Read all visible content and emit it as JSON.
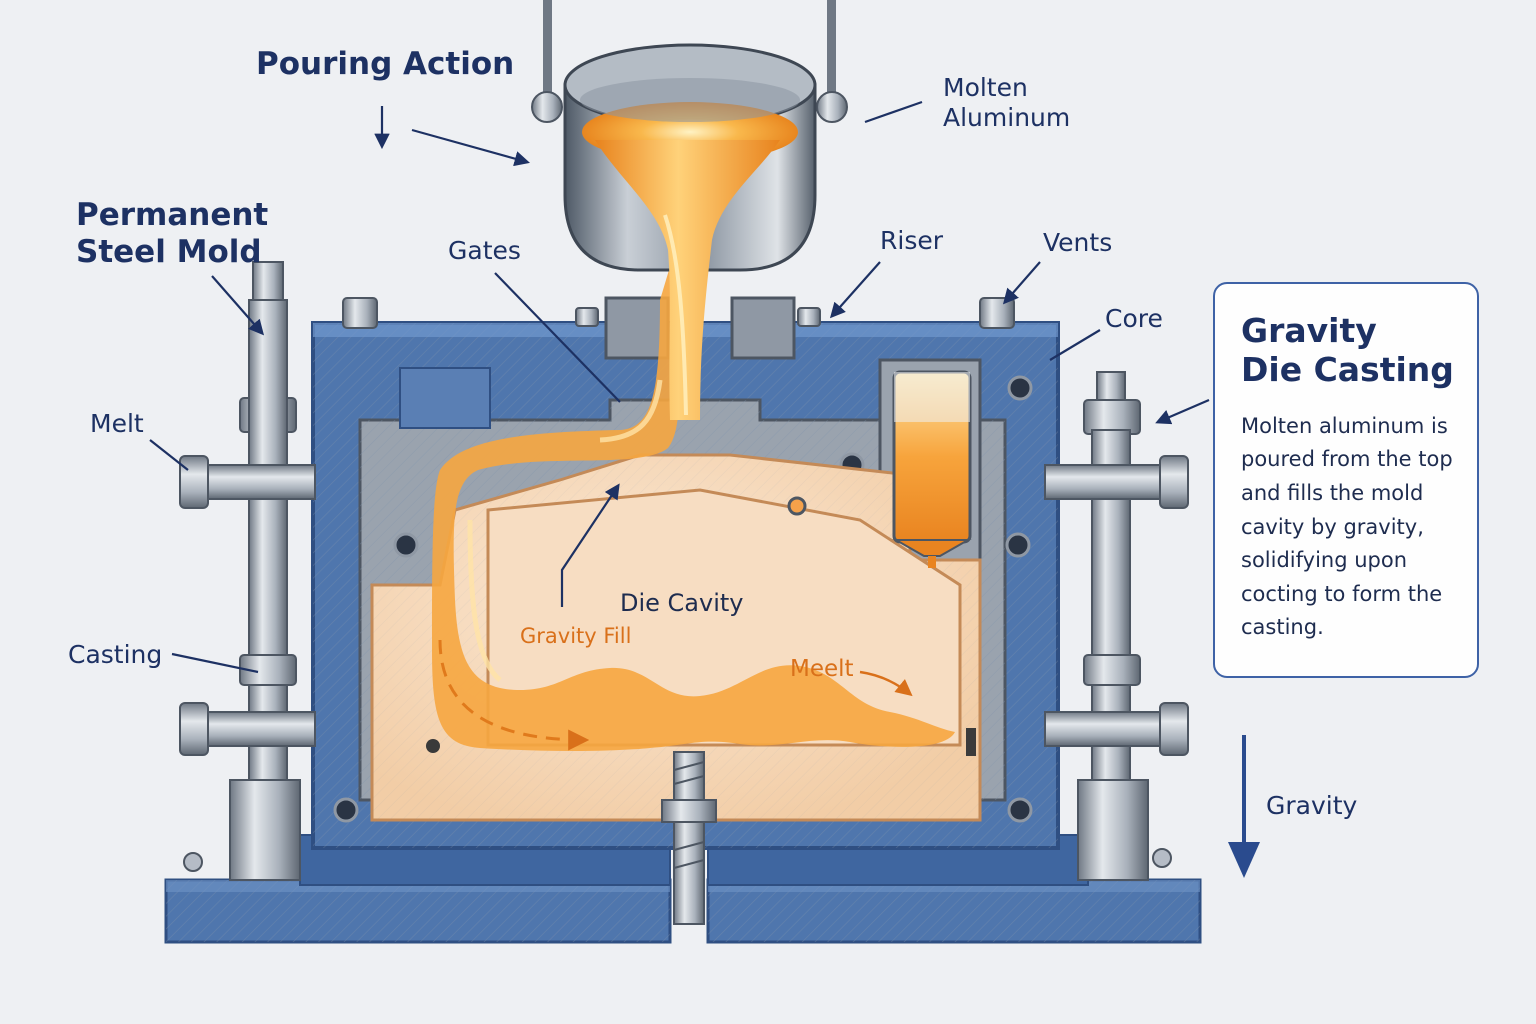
{
  "labels": {
    "pouring_action": "Pouring Action",
    "molten_aluminum": [
      "Molten",
      "Aluminum"
    ],
    "permanent_steel_mold": [
      "Permanent",
      "Steel Mold"
    ],
    "gates": "Gates",
    "riser": "Riser",
    "vents": "Vents",
    "core": "Core",
    "melt_left": "Melt",
    "casting": "Casting",
    "die_cavity": "Die Cavity",
    "gravity_fill": "Gravity Fill",
    "meelt": "Meelt",
    "gravity": "Gravity"
  },
  "info_box": {
    "title": [
      "Gravity",
      "Die Casting"
    ],
    "description": [
      "Molten aluminum is",
      "poured from the top",
      "and fills the mold",
      "cavity by gravity,",
      "solidifying upon",
      "cocting to form the",
      "casting."
    ]
  },
  "colors": {
    "background": "#eef0f3",
    "mold_blue": "#4f76ad",
    "mold_blue_dark": "#2f4f82",
    "steel_gray": "#8f98a4",
    "cavity_peach": "#f6d7b4",
    "molten_orange": "#f3a43b",
    "label_navy": "#1d3163",
    "accent_orange": "#d9701a"
  }
}
